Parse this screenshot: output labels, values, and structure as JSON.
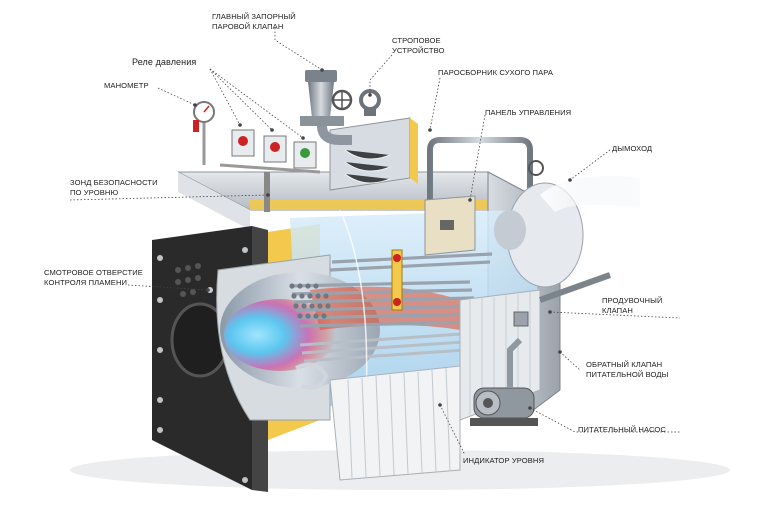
{
  "labels": {
    "main_valve": [
      "ГЛАВНЫЙ ЗАПОРНЫЙ",
      "ПАРОВОЙ КЛАПАН"
    ],
    "lifting_device": [
      "СТРОПОВОЕ",
      "УСТРОЙСТВО"
    ],
    "pressure_relay": "Реле давления",
    "dry_steam_collector": "ПАРОСБОРНИК СУХОГО ПАРА",
    "manometer": "МАНОМЕТР",
    "control_panel": "ПАНЕЛЬ УПРАВЛЕНИЯ",
    "chimney": "ДЫМОХОД",
    "level_probe": [
      "ЗОНД БЕЗОПАСНОСТИ",
      "ПО УРОВНЮ"
    ],
    "flame_window": [
      "СМОТРОВОЕ ОТВЕРСТИЕ",
      "КОНТРОЛЯ ПЛАМЕНИ"
    ],
    "blowdown_valve": [
      "ПРОДУВОЧНЫЙ",
      "КЛАПАН"
    ],
    "check_valve": [
      "ОБРАТНЫЙ КЛАПАН",
      "ПИТАТЕЛЬНОЙ ВОДЫ"
    ],
    "feed_pump": "ПИТАТЕЛЬНЫЙ НАСОС",
    "level_indicator": "ИНДИКАТОР УРОВНЯ"
  },
  "colors": {
    "casing": "#c9ced4",
    "casing_dark": "#8d949b",
    "front_plate": "#2a2a2a",
    "insulation": "#f2c94c",
    "water": "#a9d4f2",
    "flame_core": "#6fd0f0",
    "flame_outer": "#e24a2a",
    "leader": "#444444"
  },
  "icons": [
    "pressure-gauge-icon",
    "valve-wheel-icon",
    "pump-icon",
    "lifting-eye-icon"
  ]
}
